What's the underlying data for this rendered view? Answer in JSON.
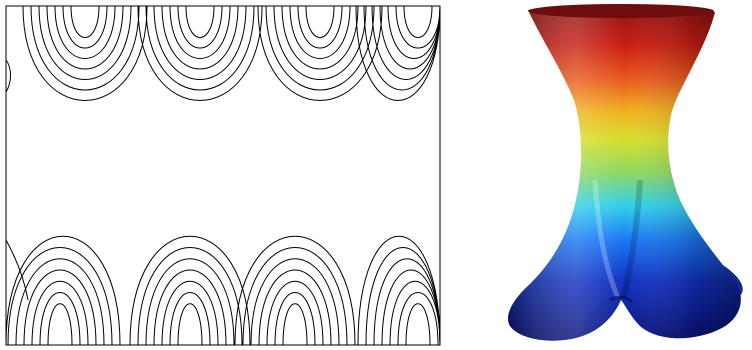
{
  "figure": {
    "panels": [
      {
        "kind": "contour-plot",
        "frame": "boxed",
        "line_color": "#000000",
        "background_color": "#ffffff",
        "top_band": {
          "lobe_count": 4,
          "opening": "downward"
        },
        "bottom_band": {
          "lobe_count": 4,
          "opening": "upward"
        },
        "lines_per_lobe": 7
      },
      {
        "kind": "3d-surface",
        "shape": "hyperboloid-like with two splayed feet",
        "colormap": [
          "#8e1111",
          "#e83a1a",
          "#f0a81a",
          "#d8e02a",
          "#7ed86a",
          "#2cd2f0",
          "#1a6ff0",
          "#1125b8",
          "#0a1280"
        ],
        "background_color": "#ffffff"
      }
    ]
  }
}
